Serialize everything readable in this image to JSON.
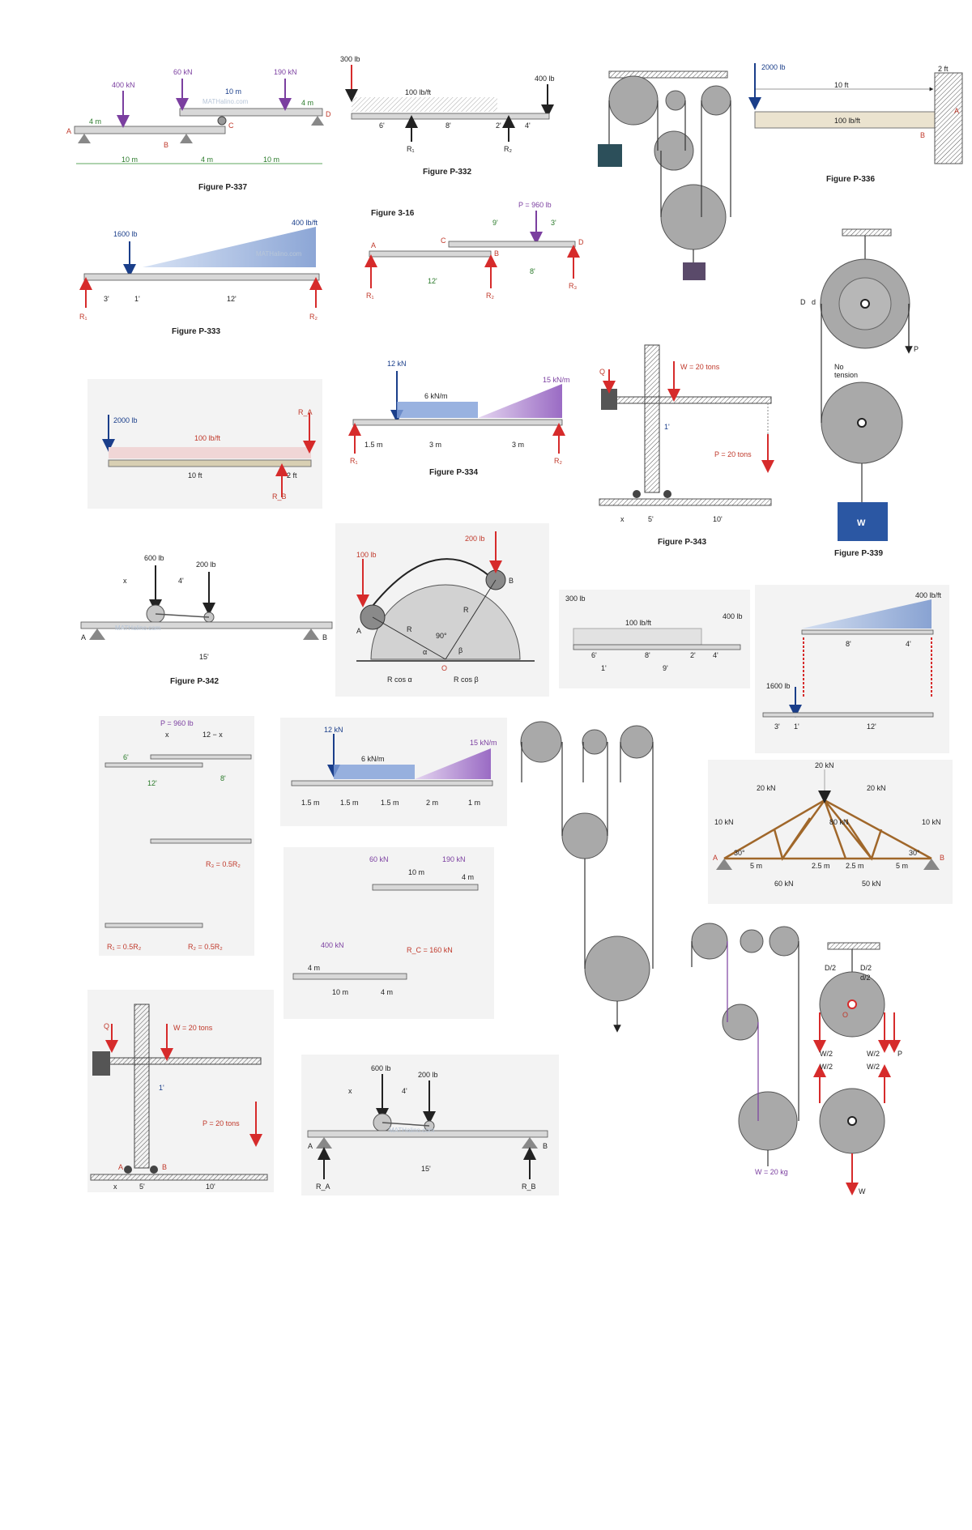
{
  "figures": {
    "p337": {
      "caption": "Figure P-337",
      "load_a": "400 kN",
      "load_b": "60 kN",
      "load_c": "190 kN",
      "len_top": "10 m",
      "len_4m": "4 m",
      "len_4m_b": "4 m",
      "dim_1": "10 m",
      "dim_2": "4 m",
      "dim_3": "10 m",
      "pt_a": "A",
      "pt_b": "B",
      "pt_c": "C",
      "pt_d": "D"
    },
    "p332": {
      "caption": "Figure P-332",
      "load_left": "300 lb",
      "load_right": "400 lb",
      "dist": "100 lb/ft",
      "d1": "6'",
      "d2": "8'",
      "d3": "2'",
      "d4": "4'",
      "r1": "R₁",
      "r2": "R₂"
    },
    "p336": {
      "caption": "Figure P-336",
      "load": "2000 lb",
      "len": "10 ft",
      "gap": "2 ft",
      "dist": "100 lb/ft",
      "pt_a": "A",
      "pt_b": "B"
    },
    "p333": {
      "caption": "Figure P-333",
      "load": "1600 lb",
      "dist": "400 lb/ft",
      "d1": "3'",
      "d2": "1'",
      "d3": "12'",
      "r1": "R₁",
      "r2": "R₂"
    },
    "f316": {
      "caption": "Figure 3-16",
      "p": "P = 960 lb",
      "d1": "9'",
      "d2": "3'",
      "d3": "12'",
      "d4": "8'",
      "pt_a": "A",
      "pt_b": "B",
      "pt_c": "C",
      "pt_d": "D",
      "r1": "R₁",
      "r2": "R₂",
      "r3": "R₃"
    },
    "p339": {
      "caption": "Figure P-339",
      "big_d": "D",
      "small_d": "d",
      "p": "P",
      "note_1": "No",
      "note_2": "tension",
      "w": "W"
    },
    "rb": {
      "load": "2000 lb",
      "dist": "100 lb/ft",
      "len": "10 ft",
      "gap": "2 ft",
      "ra": "R_A",
      "rb": "R_B"
    },
    "p334": {
      "caption": "Figure P-334",
      "pt": "12 kN",
      "uni": "6 kN/m",
      "tri": "15 kN/m",
      "d1": "1.5 m",
      "d2": "3 m",
      "d3": "3 m",
      "r1": "R₁",
      "r2": "R₂"
    },
    "p343": {
      "caption": "Figure P-343",
      "w": "W = 20 tons",
      "p": "P = 20 tons",
      "q": "Q",
      "d1": "x",
      "d2": "5'",
      "d3": "10'",
      "d4": "1'"
    },
    "p342": {
      "caption": "Figure P-342",
      "l1": "600 lb",
      "l2": "200 lb",
      "dx": "x",
      "d4": "4'",
      "span": "15'",
      "pt_a": "A",
      "pt_b": "B"
    },
    "arc": {
      "l1": "100 lb",
      "l2": "200 lb",
      "r1": "R",
      "r2": "R",
      "ang": "90°",
      "al": "α",
      "be": "β",
      "o": "O",
      "pt_a": "A",
      "pt_b": "B",
      "rca": "R cos α",
      "rcb": "R cos β"
    },
    "p332b": {
      "load_left": "300 lb",
      "load_right": "400 lb",
      "dist": "100 lb/ft",
      "d1": "6'",
      "d2": "8'",
      "d3": "2'",
      "d4": "4'",
      "d5": "1'",
      "d6": "9'"
    },
    "p333b": {
      "dist": "400 lb/ft",
      "d1": "8'",
      "d2": "4'",
      "load": "1600 lb",
      "d3": "3'",
      "d4": "1'",
      "d5": "12'"
    },
    "f316b": {
      "p": "P = 960 lb",
      "x": "x",
      "d12": "12 − x",
      "d6": "6'",
      "d8": "8'",
      "d12b": "12'",
      "rc": "R₃ = 0.5R₂",
      "r1": "R₁ = 0.5R₂",
      "r2": "R₂ = 0.5R₂"
    },
    "p334b": {
      "pt": "12 kN",
      "uni": "6 kN/m",
      "tri": "15 kN/m",
      "d1": "1.5 m",
      "d2": "1.5 m",
      "d3": "1.5 m",
      "d4": "2 m",
      "d5": "1 m"
    },
    "truss": {
      "top": "20 kN",
      "l1": "20 kN",
      "l2": "20 kN",
      "l3": "10 kN",
      "l4": "10 kN",
      "mid": "80 kN",
      "a1": "30°",
      "a2": "30°",
      "s1": "5 m",
      "s2": "2.5 m",
      "s3": "2.5 m",
      "s4": "5 m",
      "b1": "60 kN",
      "b2": "50 kN",
      "pt_a": "A",
      "pt_b": "B"
    },
    "p337b": {
      "l1": "60 kN",
      "l2": "190 kN",
      "l3": "400 kN",
      "rc": "R_C = 160 kN",
      "d1": "10 m",
      "d2": "4 m",
      "d3": "4 m",
      "d4": "10 m",
      "d5": "4 m"
    },
    "p343b": {
      "w": "W = 20 tons",
      "p": "P = 20 tons",
      "q": "Q",
      "d1": "x",
      "d2": "5'",
      "d3": "10'",
      "d4": "1'",
      "pt_a": "A",
      "pt_b": "B"
    },
    "p342b": {
      "l1": "600 lb",
      "l2": "200 lb",
      "dx": "x",
      "d4": "4'",
      "span": "15'",
      "ra": "R_A",
      "rb": "R_B",
      "pt_a": "A",
      "pt_b": "B"
    },
    "p339b": {
      "d2": "D/2",
      "d2b": "D/2",
      "d2c": "d/2",
      "w1": "W/2",
      "w2": "W/2",
      "w3": "W/2",
      "w4": "W/2",
      "p": "P",
      "w": "W",
      "o": "O"
    },
    "pulley4": {
      "w": "W = 20 kg"
    },
    "watermark": "MATHalino.com"
  }
}
